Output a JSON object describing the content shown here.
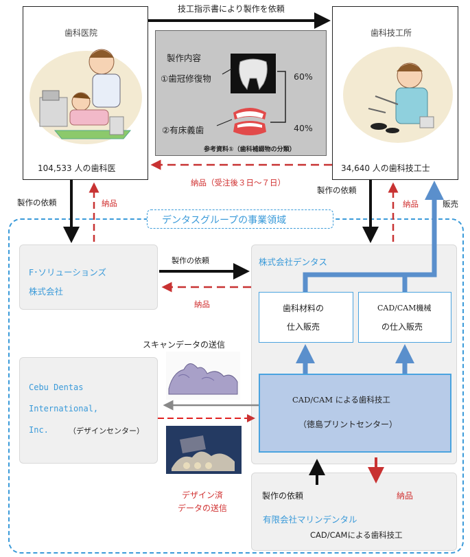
{
  "top_arrow_label": "技工指示書により製作を依頼",
  "clinic": {
    "title": "歯科医院",
    "count": "104,533 人の歯科医"
  },
  "lab": {
    "title": "歯科技工所",
    "count": "34,640 人の歯科技工士"
  },
  "panel": {
    "heading": "製作内容",
    "item1": "①歯冠修復物",
    "item2": "②有床義歯",
    "pct1": "60%",
    "pct2": "40%",
    "ref": "参考資料①（歯科補綴物の分類）"
  },
  "delivery_top": "納品（受注後３日～７日）",
  "left_order": "製作の依頼",
  "left_delivery": "納品",
  "right_order": "製作の依頼",
  "right_delivery": "納品",
  "sales": "販売",
  "group_domain": "デンタスグループの事業領域",
  "fsol": {
    "name_line1": "F･ソリューションズ",
    "name_line2": "株式会社"
  },
  "mid_order": "製作の依頼",
  "mid_delivery": "納品",
  "dentas": {
    "name": "株式会社デンタス",
    "materials_line1": "歯科材料の",
    "materials_line2": "仕入販売",
    "cadcam_line1": "CAD/CAM機械",
    "cadcam_line2": "の仕入販売",
    "center_line1": "CAD/CAM による歯科技工",
    "center_line2": "（徳島プリントセンター）"
  },
  "scan_label": "スキャンデータの送信",
  "cebu": {
    "line1": "Cebu Dentas",
    "line2": "International,",
    "line3": "Inc.",
    "sub": "（デザインセンター）"
  },
  "design_sent_line1": "デザイン済",
  "design_sent_line2": "データの送信",
  "marine": {
    "order": "製作の依頼",
    "delivery": "納品",
    "name": "有限会社マリンデンタル",
    "desc": "CAD/CAMによる歯科技工"
  },
  "colors": {
    "black": "#111111",
    "red": "#c83232",
    "blue": "#5a8fcc",
    "accent": "#3a9ad9"
  }
}
